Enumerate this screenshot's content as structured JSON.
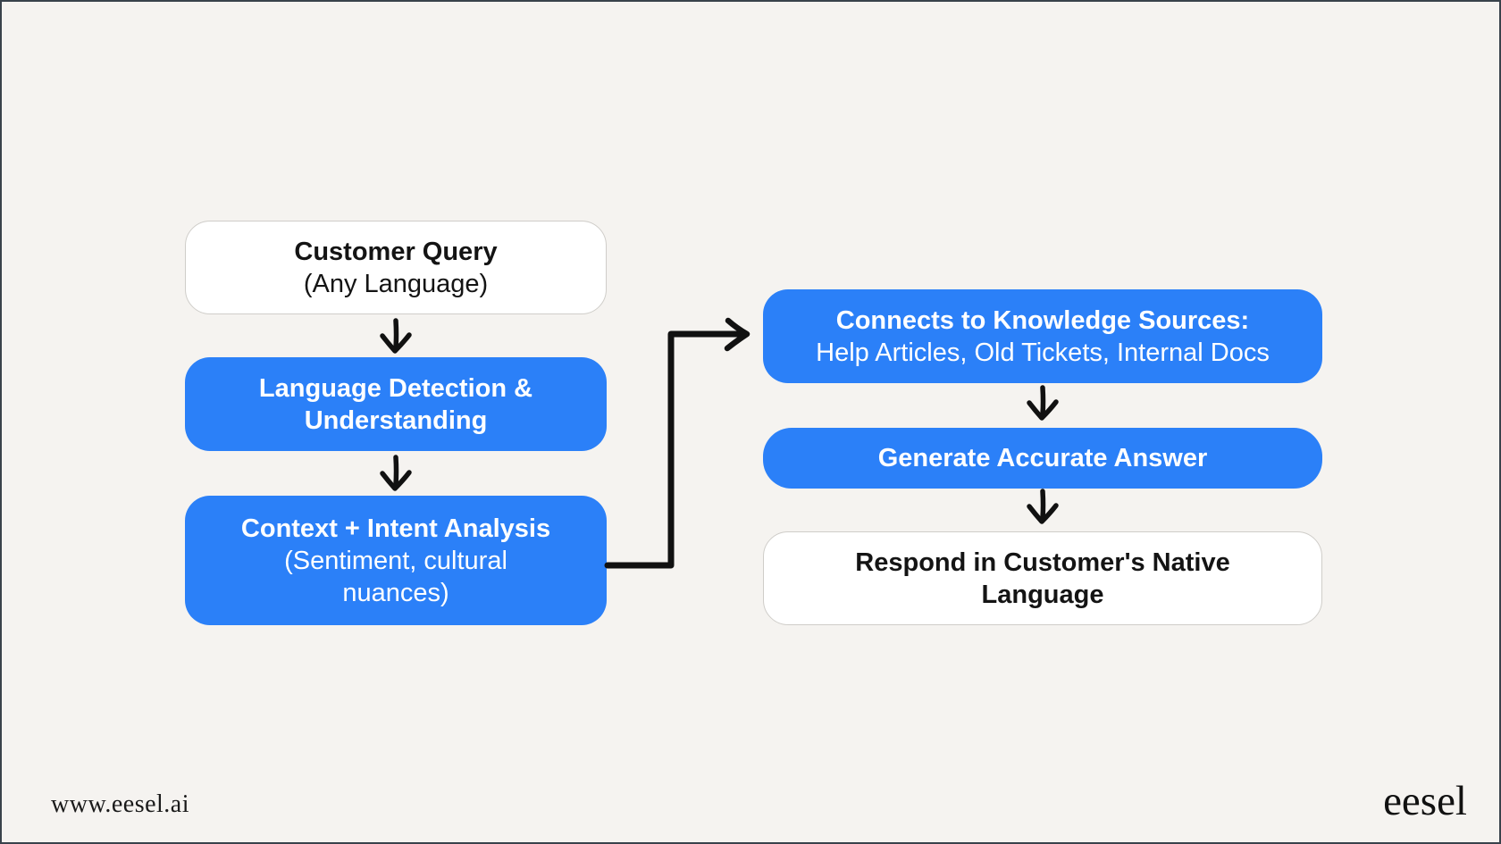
{
  "meta": {
    "background_color": "#f5f3f0",
    "accent_blue": "#2b80f8",
    "frame_border_color": "#39424b",
    "arrow_color": "#111111"
  },
  "nodes": {
    "customer_query": {
      "title": "Customer Query",
      "subtitle": "(Any Language)"
    },
    "language_detect": {
      "title": "Language Detection & Understanding"
    },
    "context_intent": {
      "title": "Context + Intent Analysis",
      "subtitle": "(Sentiment, cultural nuances)"
    },
    "knowledge_sources": {
      "title": "Connects to Knowledge Sources:",
      "subtitle": "Help Articles, Old Tickets, Internal Docs"
    },
    "generate_answer": {
      "title": "Generate Accurate Answer"
    },
    "respond_native": {
      "title": "Respond in Customer's Native Language"
    }
  },
  "footer": {
    "website": "www.eesel.ai",
    "logo": "eesel"
  }
}
